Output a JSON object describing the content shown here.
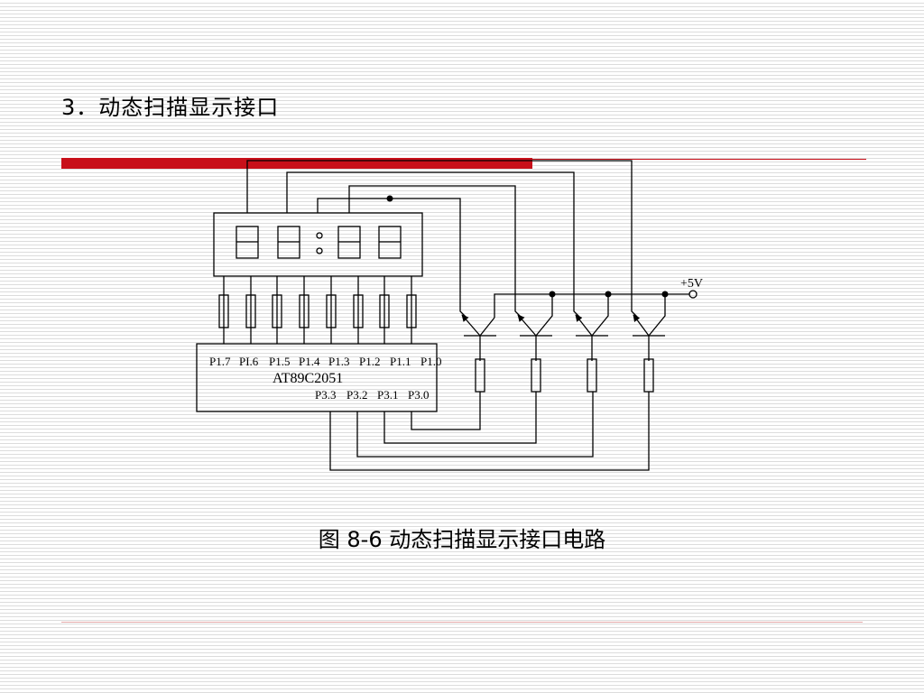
{
  "slide": {
    "heading": "3．动态扫描显示接口",
    "caption": "图 8-6  动态扫描显示接口电路"
  },
  "schematic": {
    "chip_name": "AT89C2051",
    "p1_pins": [
      "P1.7",
      "PI.6",
      "P1.5",
      "P1.4",
      "P1.3",
      "P1.2",
      "P1.1",
      "P1.0"
    ],
    "p3_pins": [
      "P3.3",
      "P3.2",
      "P3.1",
      "P3.0"
    ],
    "supply_label": "+5V"
  },
  "colors": {
    "accent": "#c8101a",
    "line": "#000000"
  }
}
